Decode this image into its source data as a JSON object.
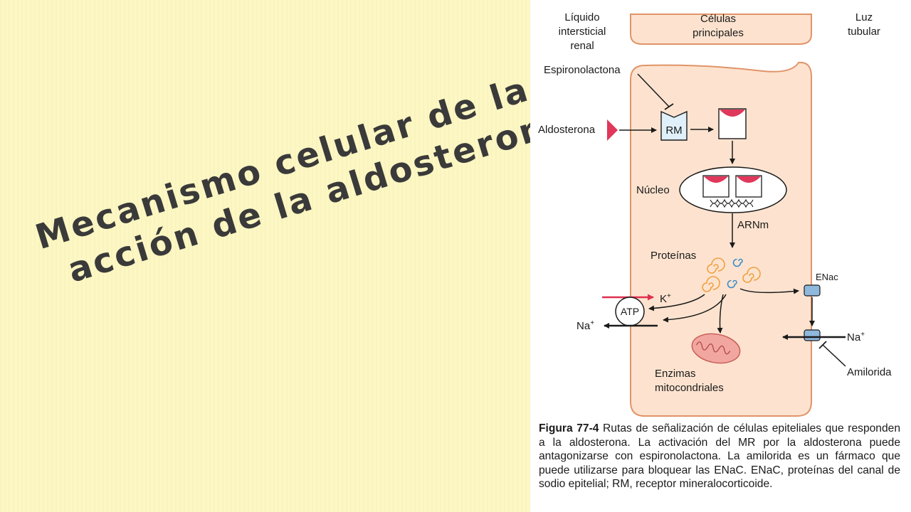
{
  "slide": {
    "title_line1": "Mecanismo celular de la",
    "title_line2": "acción de la aldosterona"
  },
  "diagram": {
    "labels": {
      "liquido": [
        "Líquido",
        "intersticial",
        "renal"
      ],
      "celulas": [
        "Células",
        "principales"
      ],
      "luz": [
        "Luz",
        "tubular"
      ],
      "espironolactona": "Espironolactona",
      "aldosterona": "Aldosterona",
      "rm": "RM",
      "nucleo": "Núcleo",
      "arnm": "ARNm",
      "proteinas": "Proteínas",
      "k": "K",
      "k_sup": "+",
      "atp": "ATP",
      "na_left": "Na",
      "na_left_sup": "+",
      "enac": "ENac",
      "na_right": "Na",
      "na_right_sup": "+",
      "amilorida": "Amilorida",
      "enzimas": [
        "Enzimas",
        "mitocondriales"
      ]
    },
    "colors": {
      "cell_fill": "#fde3cf",
      "cell_stroke": "#e09468",
      "hormone": "#e0385a",
      "k_arrow": "#e03050",
      "spiral_orange": "#f0a040",
      "spiral_blue": "#3a8ccc",
      "channel_blue": "#8fb8dd",
      "mito": "#f2a6a0"
    }
  },
  "caption": {
    "figure": "Figura 77-4",
    "text": "Rutas de señalización de células epiteliales que responden a la aldosterona. La activación del MR por la aldosterona puede antagonizarse con espironolactona. La amilorida es un fármaco que puede utilizarse para bloquear las ENaC. ENaC, proteínas del canal de sodio epitelial; RM, receptor mineralocorticoide."
  }
}
